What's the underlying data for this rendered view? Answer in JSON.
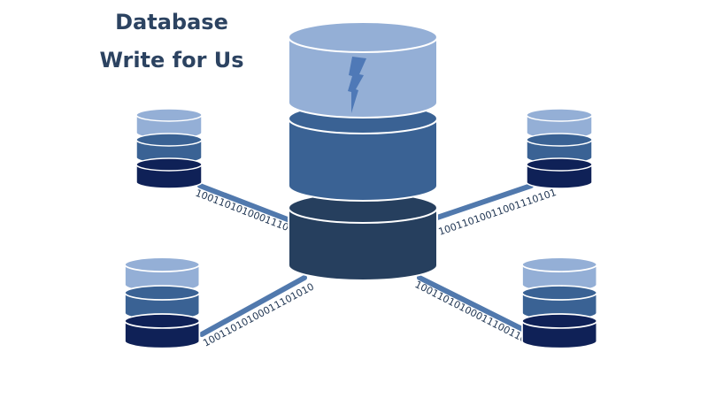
{
  "title": {
    "line1": "Database",
    "line2": "Write for Us"
  },
  "binary": {
    "upper_left": "10011010100011101011",
    "upper_right": "10011010011001110101",
    "lower_left": "10011010100011101010",
    "lower_right": "10011010100011100110"
  },
  "colors": {
    "title": "#2c4361",
    "light_blue": "#94afd6",
    "mid_blue": "#3a6294",
    "dark_slate": "#263f5e",
    "navy": "#0f2157",
    "connector": "#5179ad"
  },
  "icons": [
    "large-database-icon",
    "small-database-icon",
    "lightning-crack-icon"
  ]
}
